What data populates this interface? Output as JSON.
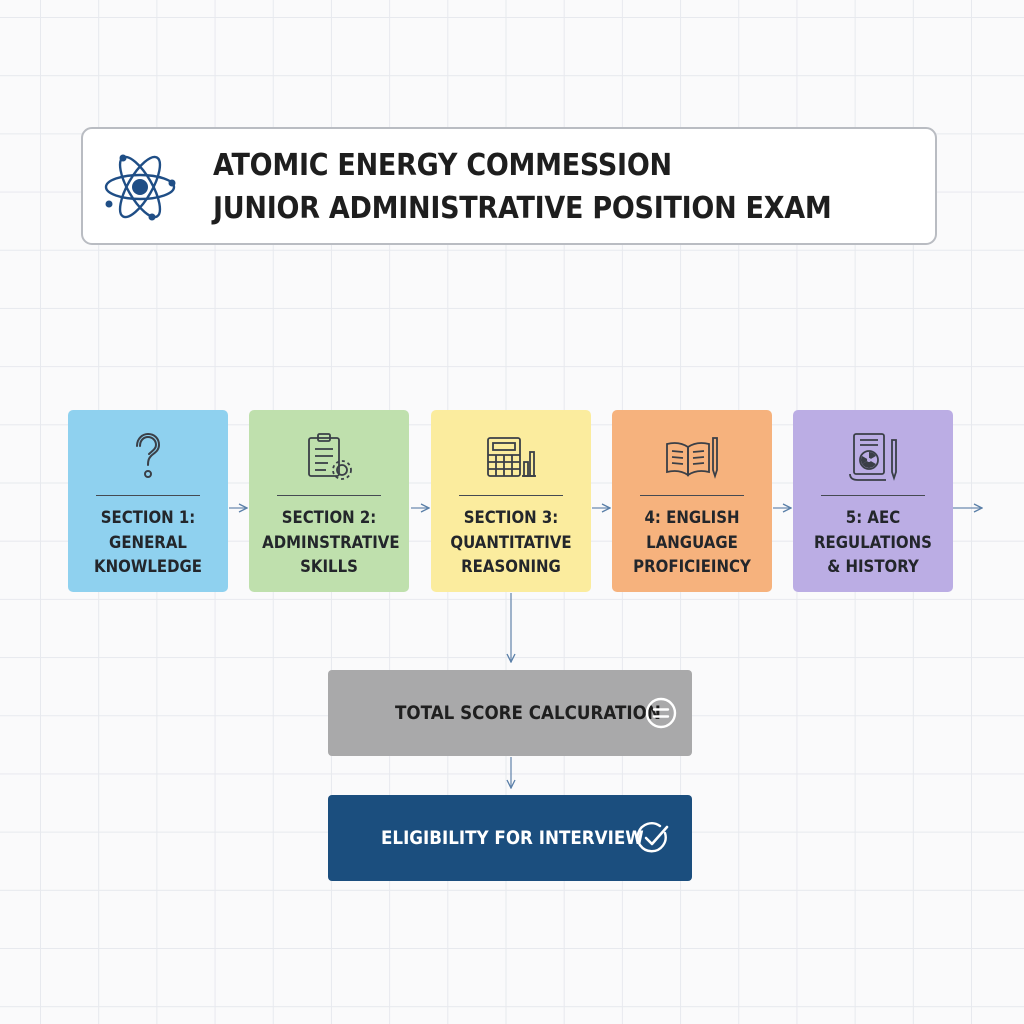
{
  "header": {
    "title_line_1": "ATOMIC ENERGY COMMESSION",
    "title_line_2": "JUNIOR ADMINISTRATIVE POSITION EXAM",
    "logo_icon": "atom-icon"
  },
  "steps": [
    {
      "lines": [
        "SECTION 1:",
        "GENERAL",
        "KNOWLEDGE"
      ],
      "icon": "question-mark-icon",
      "color": "#8fd1ef"
    },
    {
      "lines": [
        "SECTION 2:",
        "ADMINSTRATIVE",
        "SKILLS"
      ],
      "icon": "clipboard-gear-icon",
      "color": "#bfe0ad"
    },
    {
      "lines": [
        "SECTION 3:",
        "QUANTITATIVE",
        "REASONING"
      ],
      "icon": "calculator-chart-icon",
      "color": "#fbec9e"
    },
    {
      "lines": [
        "4: ENGLISH",
        "LANGUAGE",
        "PROFICIEINCY"
      ],
      "icon": "book-pen-icon",
      "color": "#f6b27d"
    },
    {
      "lines": [
        "5: AEC",
        "REGULATIONS",
        "& HISTORY"
      ],
      "icon": "scroll-radiation-icon",
      "color": "#bbade4"
    }
  ],
  "total_score": {
    "label": "TOTAL SCORE CALCURATION",
    "icon": "equals-circle-icon",
    "color": "#a9a9aa"
  },
  "eligibility": {
    "label": "ELIGIBILITY FOR INTERVIEW",
    "icon": "check-circle-icon",
    "color": "#1b4e7e"
  }
}
